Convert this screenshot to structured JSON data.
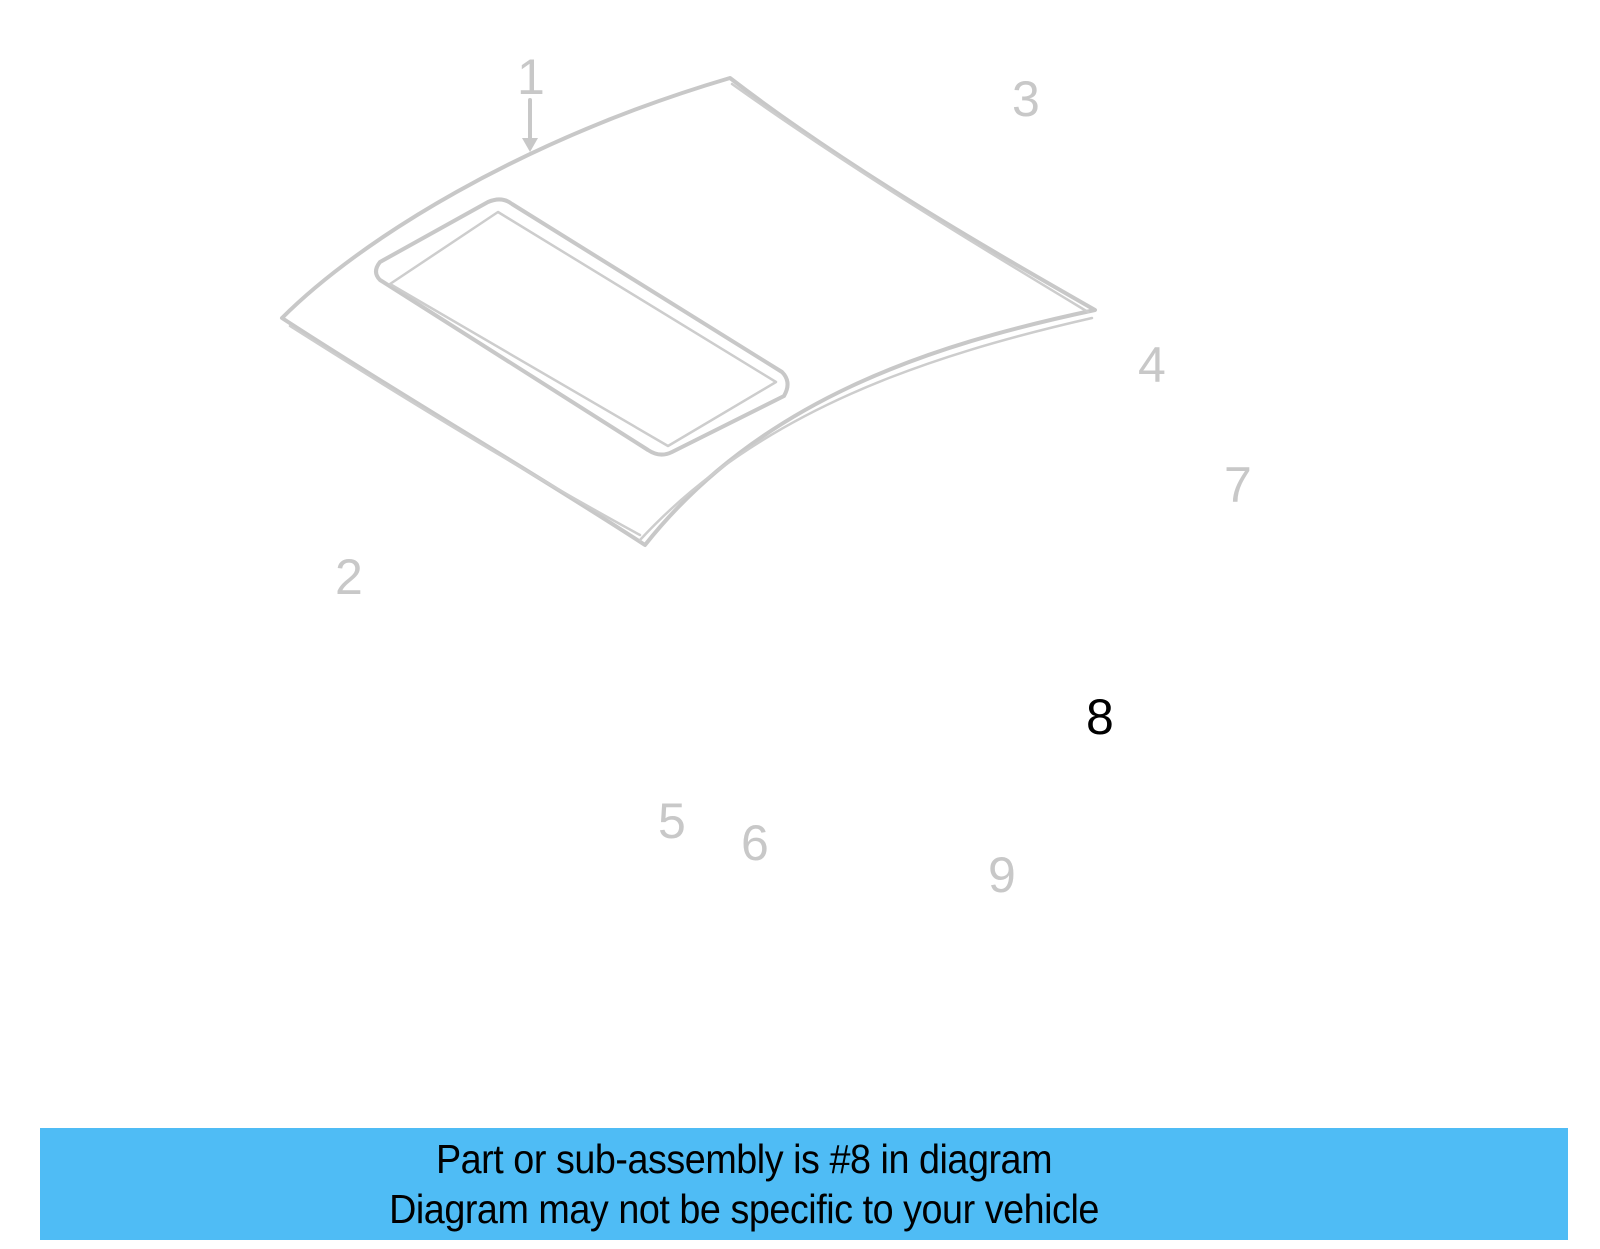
{
  "diagram": {
    "title": "Roof & components exploded parts diagram",
    "highlighted_part": "8",
    "highlight_color": "#4fbcf5",
    "ghost_color": "#c8c8c8",
    "callouts": [
      {
        "id": "1",
        "label": "1",
        "part": "roof-panel"
      },
      {
        "id": "2",
        "label": "2",
        "part": "front-roof-header"
      },
      {
        "id": "3",
        "label": "3",
        "part": "right-roof-rail"
      },
      {
        "id": "4",
        "label": "4",
        "part": "rear-roof-header"
      },
      {
        "id": "5",
        "label": "5",
        "part": "inner-rail-reinforcement"
      },
      {
        "id": "6",
        "label": "6",
        "part": "roof-rail-trim"
      },
      {
        "id": "7",
        "label": "7",
        "part": "outer-rail-panel"
      },
      {
        "id": "8",
        "label": "8",
        "part": "weatherstrip-highlighted"
      },
      {
        "id": "9",
        "label": "9",
        "part": "clip"
      }
    ]
  },
  "banner": {
    "line1": "Part or sub-assembly is #8 in diagram",
    "line2": "Diagram may not be specific to your vehicle",
    "background": "#4fbcf5"
  }
}
